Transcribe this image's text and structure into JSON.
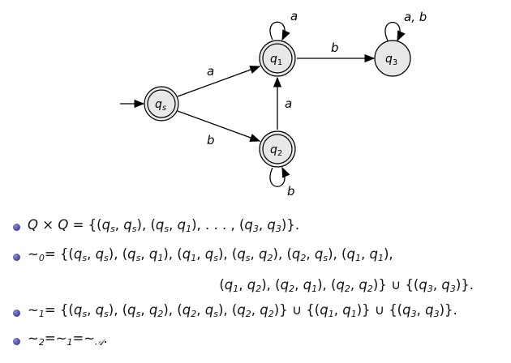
{
  "automaton": {
    "states": {
      "qs": "q_s",
      "q1": "q_1",
      "q2": "q_2",
      "q3": "q_3"
    },
    "transitions": {
      "qs_q1": "a",
      "qs_q2": "b",
      "q2_q1": "a",
      "q1_q3": "b",
      "q1_loop": "a",
      "q2_loop": "b",
      "q3_loop": "a, b"
    }
  },
  "bullets": [
    "Q × Q = {(q_s, q_s), (q_s, q_1), . . . , (q_3, q_3)}.",
    "∼_0= {(q_s, q_s), (q_s, q_1), (q_1, q_s), (q_s, q_2), (q_2, q_s), (q_1, q_1),",
    "(q_1, q_2), (q_2, q_1), (q_2, q_2)} ∪ {(q_3, q_3)}.",
    "∼_1= {(q_s, q_s), (q_s, q_2), (q_2, q_s), (q_2, q_2)} ∪ {(q_1, q_1)} ∪ {(q_3, q_3)}.",
    "∼_2=∼_1=∼_𝒜."
  ]
}
